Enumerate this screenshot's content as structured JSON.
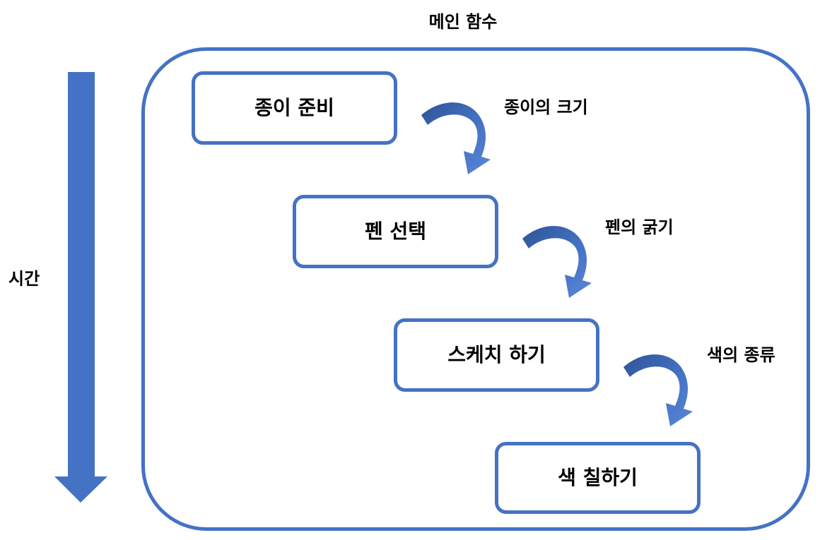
{
  "title": "메인 함수",
  "time_label": "시간",
  "steps": [
    {
      "label": "종이 준비"
    },
    {
      "label": "펜 선택"
    },
    {
      "label": "스케치 하기"
    },
    {
      "label": "색 칠하기"
    }
  ],
  "transitions": [
    {
      "label": "종이의 크기"
    },
    {
      "label": "펜의 굵기"
    },
    {
      "label": "색의 종류"
    }
  ],
  "colors": {
    "accent": "#4472c4",
    "arrow_dark": "#2e5597"
  },
  "icons": {
    "time_arrow": "arrow-down-icon",
    "transition_arrow": "curved-arrow-icon"
  }
}
